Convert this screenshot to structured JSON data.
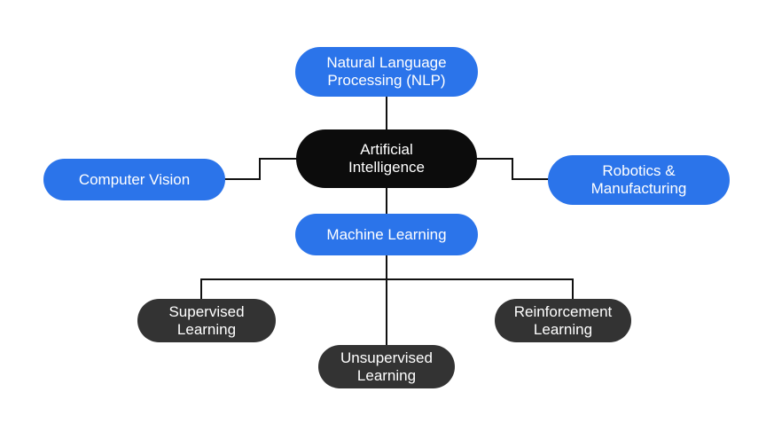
{
  "diagram": {
    "root": {
      "label": "Artificial\nIntelligence",
      "color": "#0c0c0c"
    },
    "branches": {
      "nlp": {
        "label": "Natural Language\nProcessing (NLP)",
        "color": "#2b74ea"
      },
      "computer_vision": {
        "label": "Computer Vision",
        "color": "#2b74ea"
      },
      "robotics": {
        "label": "Robotics &\nManufacturing",
        "color": "#2b74ea"
      },
      "machine_learning": {
        "label": "Machine Learning",
        "color": "#2b74ea"
      }
    },
    "ml_children": {
      "supervised": {
        "label": "Supervised\nLearning",
        "color": "#333333"
      },
      "unsupervised": {
        "label": "Unsupervised\nLearning",
        "color": "#333333"
      },
      "reinforcement": {
        "label": "Reinforcement\nLearning",
        "color": "#333333"
      }
    },
    "connector_color": "#111111"
  }
}
